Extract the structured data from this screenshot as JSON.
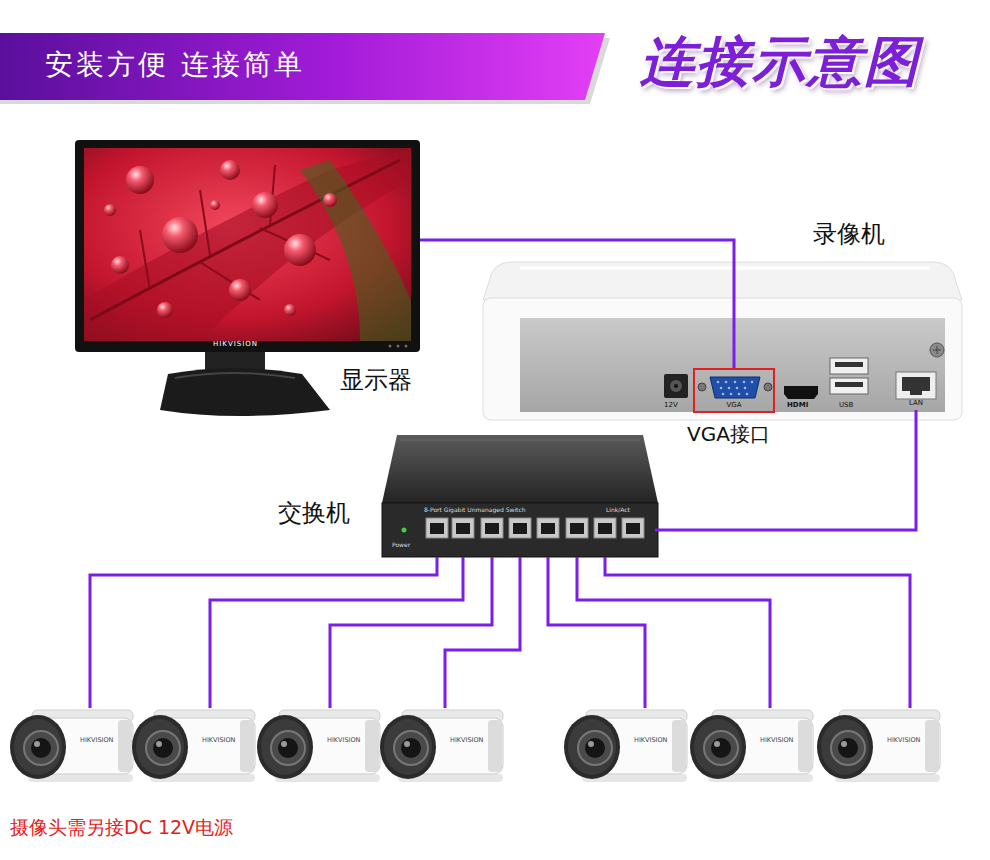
{
  "diagram": {
    "title": "连接示意图",
    "nodes": [
      {
        "text": [
          "HIKVISION",
          "显示器"
        ]
      },
      {
        "text": [
          "录像机"
        ]
      },
      {
        "text": [
          "VGA",
          "VGA接口"
        ],
        "in": 1
      },
      {
        "text": [
          "LAN"
        ],
        "in": 1
      },
      {
        "text": [
          "交换机"
        ]
      },
      {
        "text": [
          "HIKVISION"
        ]
      },
      {
        "text": [
          "HIKVISION"
        ]
      },
      {
        "text": [
          "HIKVISION"
        ]
      },
      {
        "text": [
          "HIKVISION"
        ]
      },
      {
        "text": [
          "HIKVISION"
        ]
      },
      {
        "text": [
          "HIKVISION"
        ]
      },
      {
        "text": [
          "HIKVISION"
        ]
      }
    ],
    "edges": [
      {
        "from": 0,
        "to": 2,
        "arrow": "none"
      },
      {
        "from": 3,
        "to": 4,
        "arrow": "none"
      },
      {
        "from": 4,
        "to": 5,
        "arrow": "none"
      },
      {
        "from": 4,
        "to": 6,
        "arrow": "none"
      },
      {
        "from": 4,
        "to": 7,
        "arrow": "none"
      },
      {
        "from": 4,
        "to": 8,
        "arrow": "none"
      },
      {
        "from": 4,
        "to": 9,
        "arrow": "none"
      },
      {
        "from": 4,
        "to": 10,
        "arrow": "none"
      },
      {
        "from": 4,
        "to": 11,
        "arrow": "none"
      }
    ],
    "labels": [
      "安装方便 连接简单",
      "12V",
      "HDMI",
      "USB",
      "8-Port Gigabit Unmanaged Switch",
      "Link/Act",
      "Power",
      "摄像头需另接DC 12V电源"
    ]
  }
}
